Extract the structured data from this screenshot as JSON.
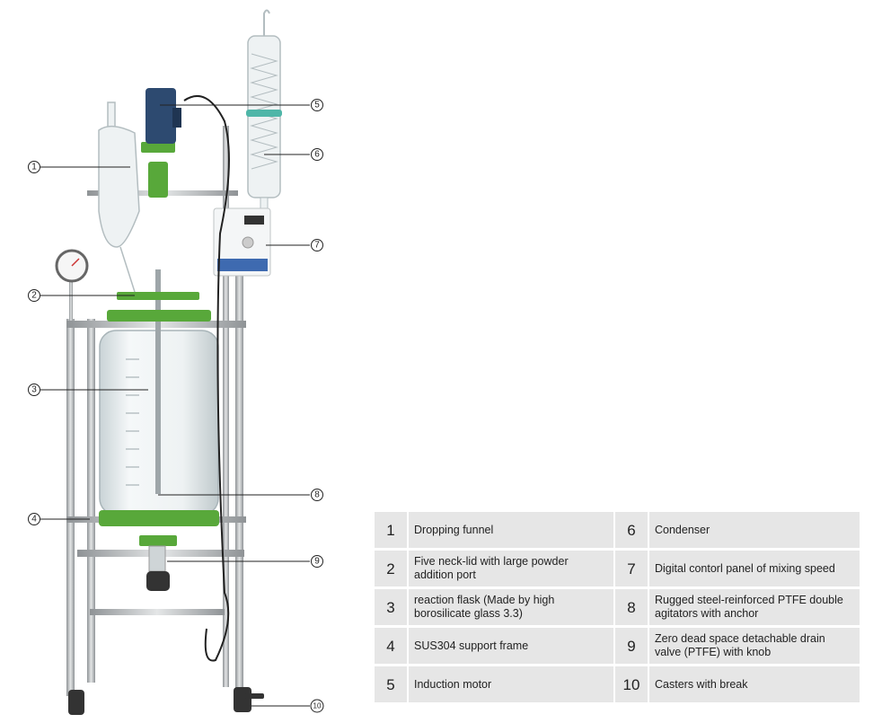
{
  "callouts": [
    {
      "number": "1",
      "label": "Dropping funnel"
    },
    {
      "number": "2",
      "label": "Five neck-lid with large powder addition port"
    },
    {
      "number": "3",
      "label": "reaction flask (Made by high borosilicate glass 3.3)"
    },
    {
      "number": "4",
      "label": "SUS304 support frame"
    },
    {
      "number": "5",
      "label": "Induction motor"
    },
    {
      "number": "6",
      "label": "Condenser"
    },
    {
      "number": "7",
      "label": "Digital contorl panel of mixing speed"
    },
    {
      "number": "8",
      "label": "Rugged steel-reinforced PTFE double agitators with anchor"
    },
    {
      "number": "9",
      "label": "Zero dead space detachable drain valve (PTFE) with knob"
    },
    {
      "number": "10",
      "label": "Casters with break"
    }
  ],
  "colors": {
    "frame_steel": "#b9bcbe",
    "glass": "#dfe8ea",
    "green_fittings": "#58a83a",
    "motor_blue": "#2d4a70",
    "legend_cell": "#e6e6e6"
  }
}
